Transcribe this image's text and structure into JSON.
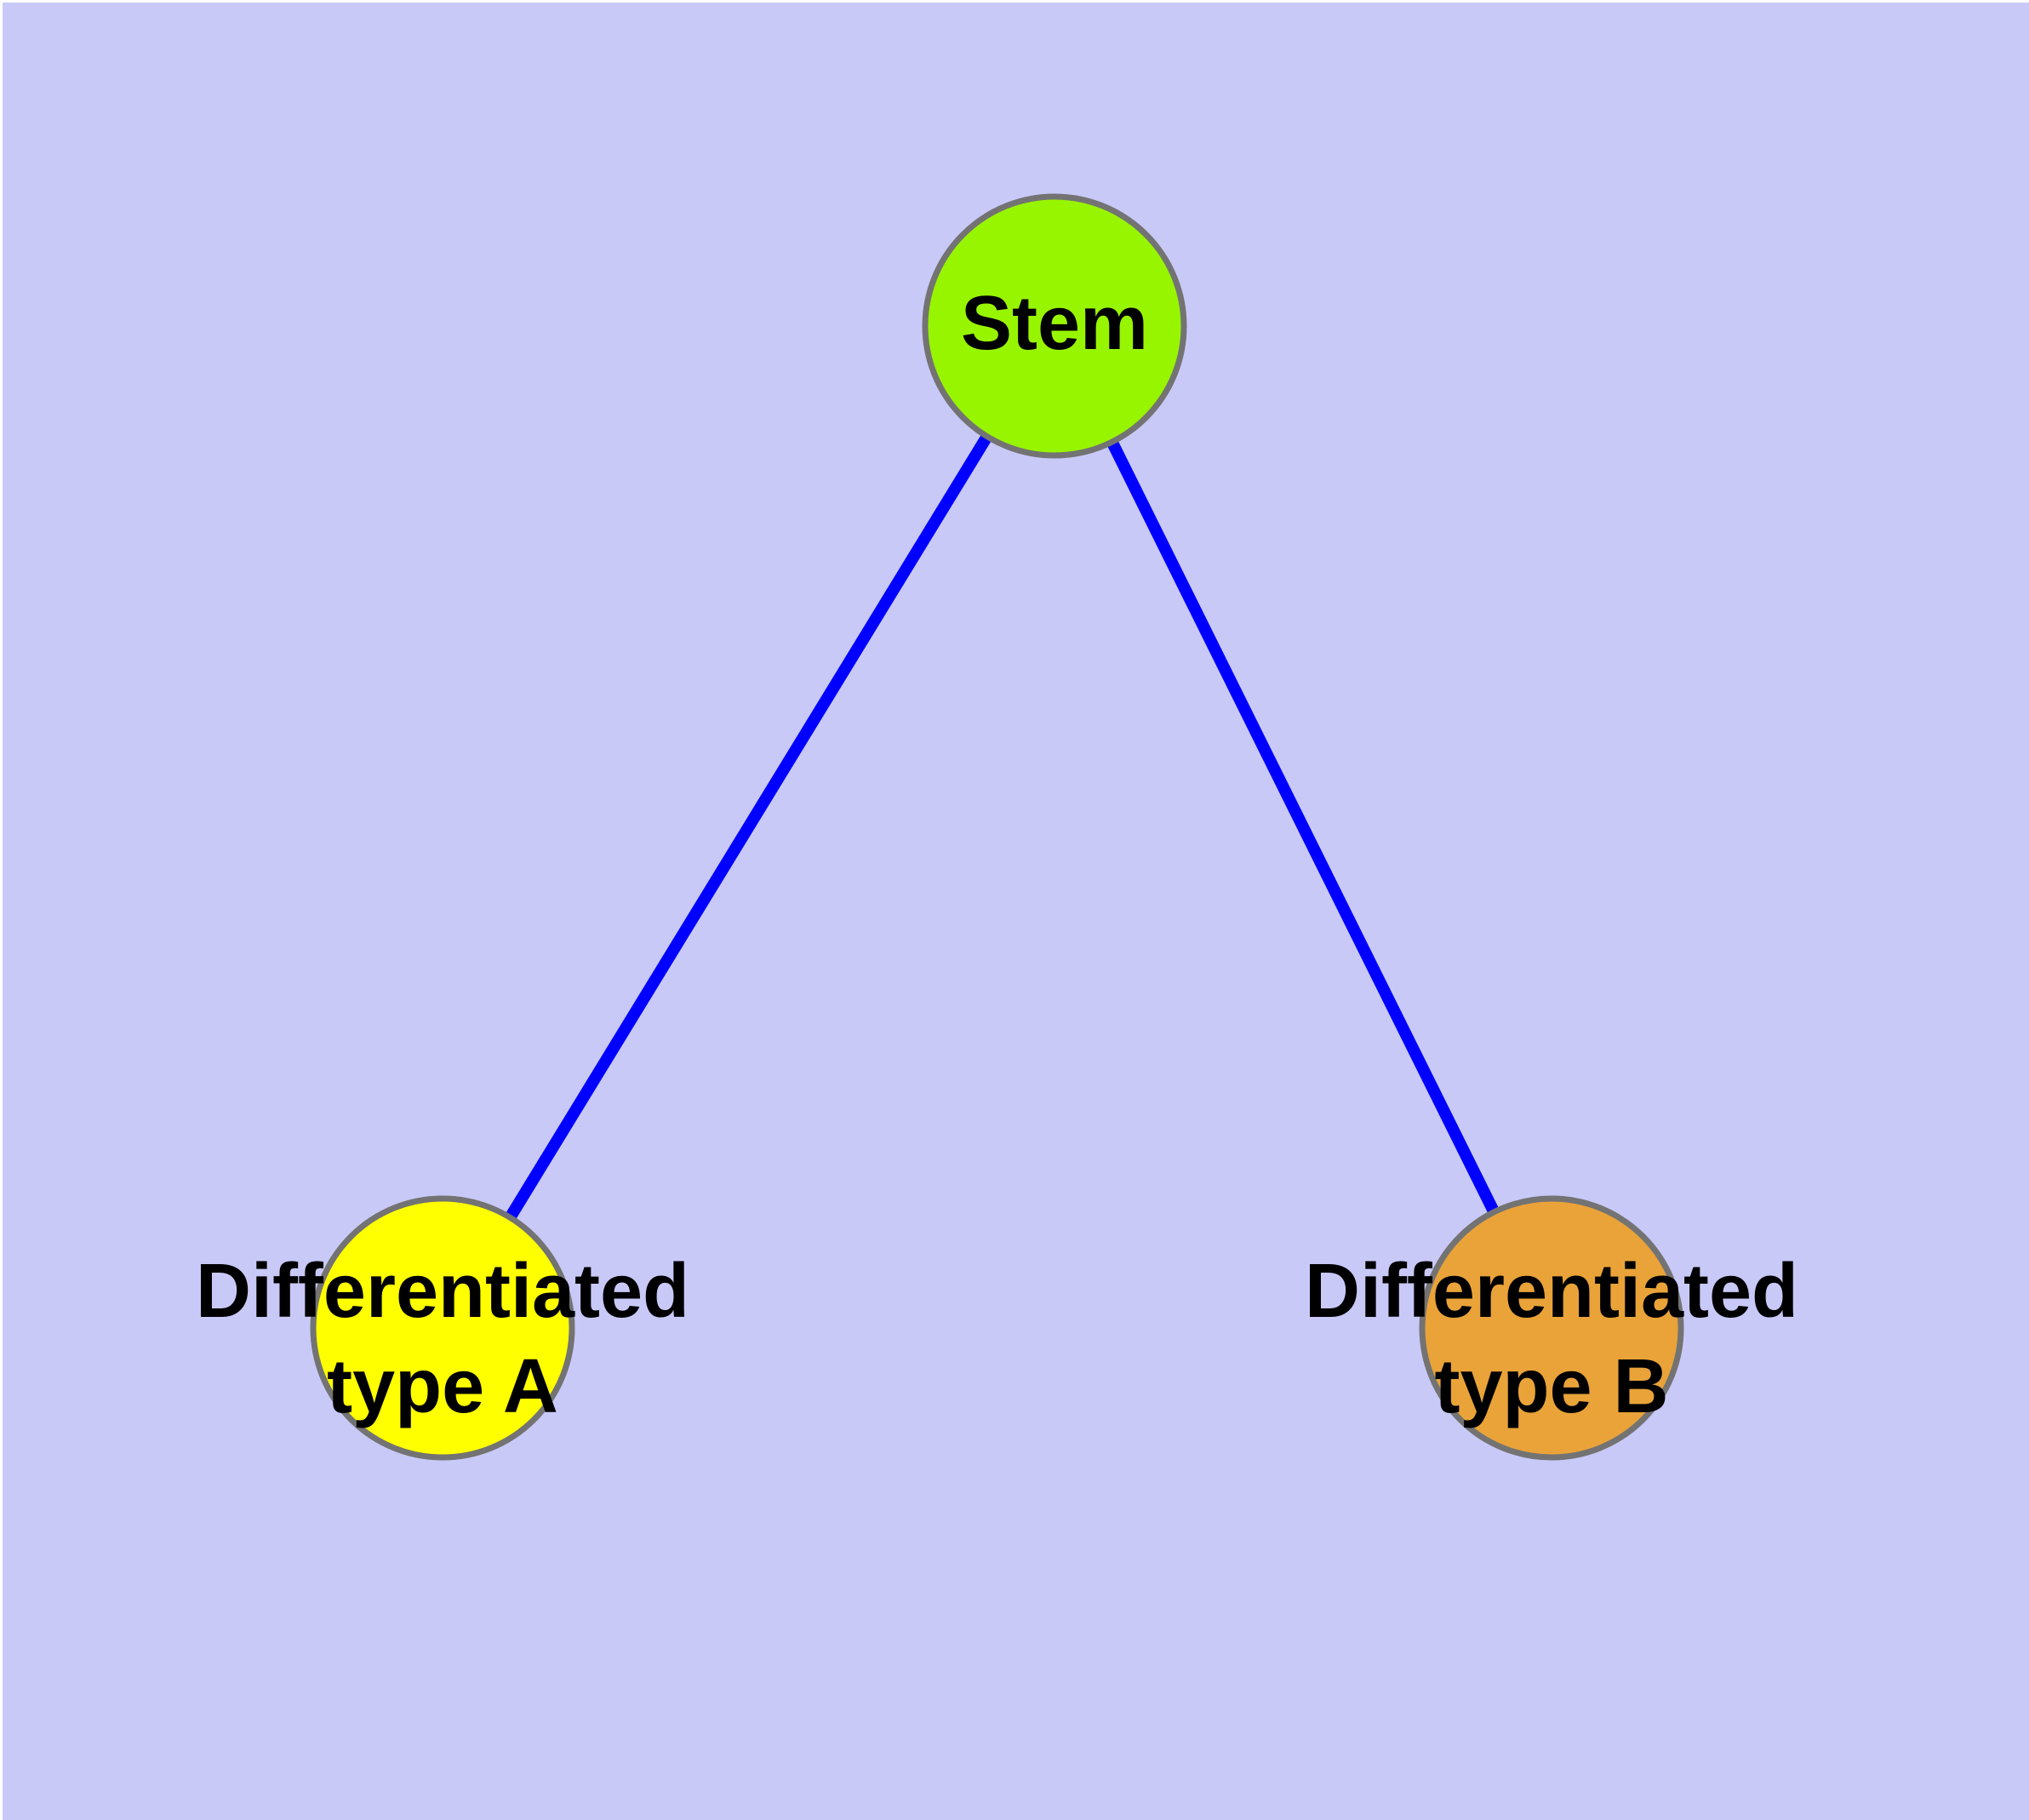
{
  "diagram": {
    "description": "Cell differentiation node-link graph",
    "background_color": "#C9C9F8",
    "frame_color": "#FFFFFF",
    "edge_color": "#0000FF",
    "node_border_color": "#737373",
    "label_color": "#000000",
    "nodes": [
      {
        "id": "stem",
        "label": "Stem",
        "fill": "#98F500"
      },
      {
        "id": "differentiated-type-a",
        "label": "Differentiated type A",
        "label_line1": "Differentiated",
        "label_line2": "type A",
        "fill": "#FFFF00"
      },
      {
        "id": "differentiated-type-b",
        "label": "Differentiated type B",
        "label_line1": "Differentiated",
        "label_line2": "type B",
        "fill": "#E9A338"
      }
    ],
    "edges": [
      {
        "source": "Stem",
        "target": "Differentiated type A"
      },
      {
        "source": "Stem",
        "target": "Differentiated type B"
      }
    ]
  }
}
